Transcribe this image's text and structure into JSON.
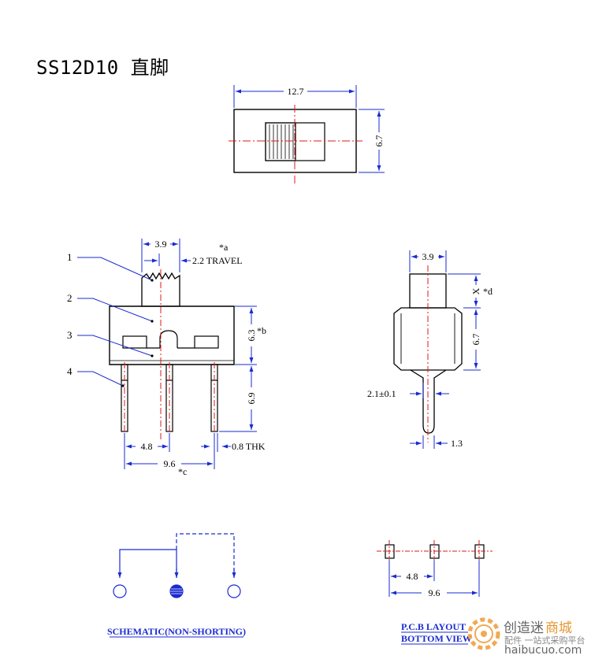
{
  "title": "SS12D10 直脚",
  "top_view": {
    "width_dim": "12.7",
    "height_dim": "6.7"
  },
  "side_view": {
    "part_labels": [
      "1",
      "2",
      "3",
      "4"
    ],
    "actuator_dim": "3.9",
    "note_a": "*a",
    "travel": "2.2 TRAVEL",
    "body_height_dim": "6.3",
    "note_b": "*b",
    "pin_length_dim": "6.9",
    "pin_pitch_dim": "4.8",
    "pin_span_dim": "9.6",
    "note_c": "*c",
    "thickness": "0.8 THK"
  },
  "end_view": {
    "actuator_dim": "3.9",
    "x_dim": "X",
    "note_d": "*d",
    "body_height_dim": "6.7",
    "pin_width_dim": "2.1±0.1",
    "pin_thk_dim": "1.3"
  },
  "schematic": {
    "caption": "SCHEMATIC(NON-SHORTING)"
  },
  "pcb": {
    "pitch_dim": "4.8",
    "span_dim": "9.6",
    "caption_1": "P.C.B LAYOUT",
    "caption_2": "BOTTOM VIEW"
  },
  "watermark": {
    "brand_cn": "创造迷",
    "brand_suffix": "商城",
    "domain": "haibucuo.com",
    "tagline": "配件 一站式采购平台"
  },
  "colors": {
    "ink": "#000000",
    "dimension_blue": "#1a2bd1",
    "centerline_red": "#e01818"
  }
}
